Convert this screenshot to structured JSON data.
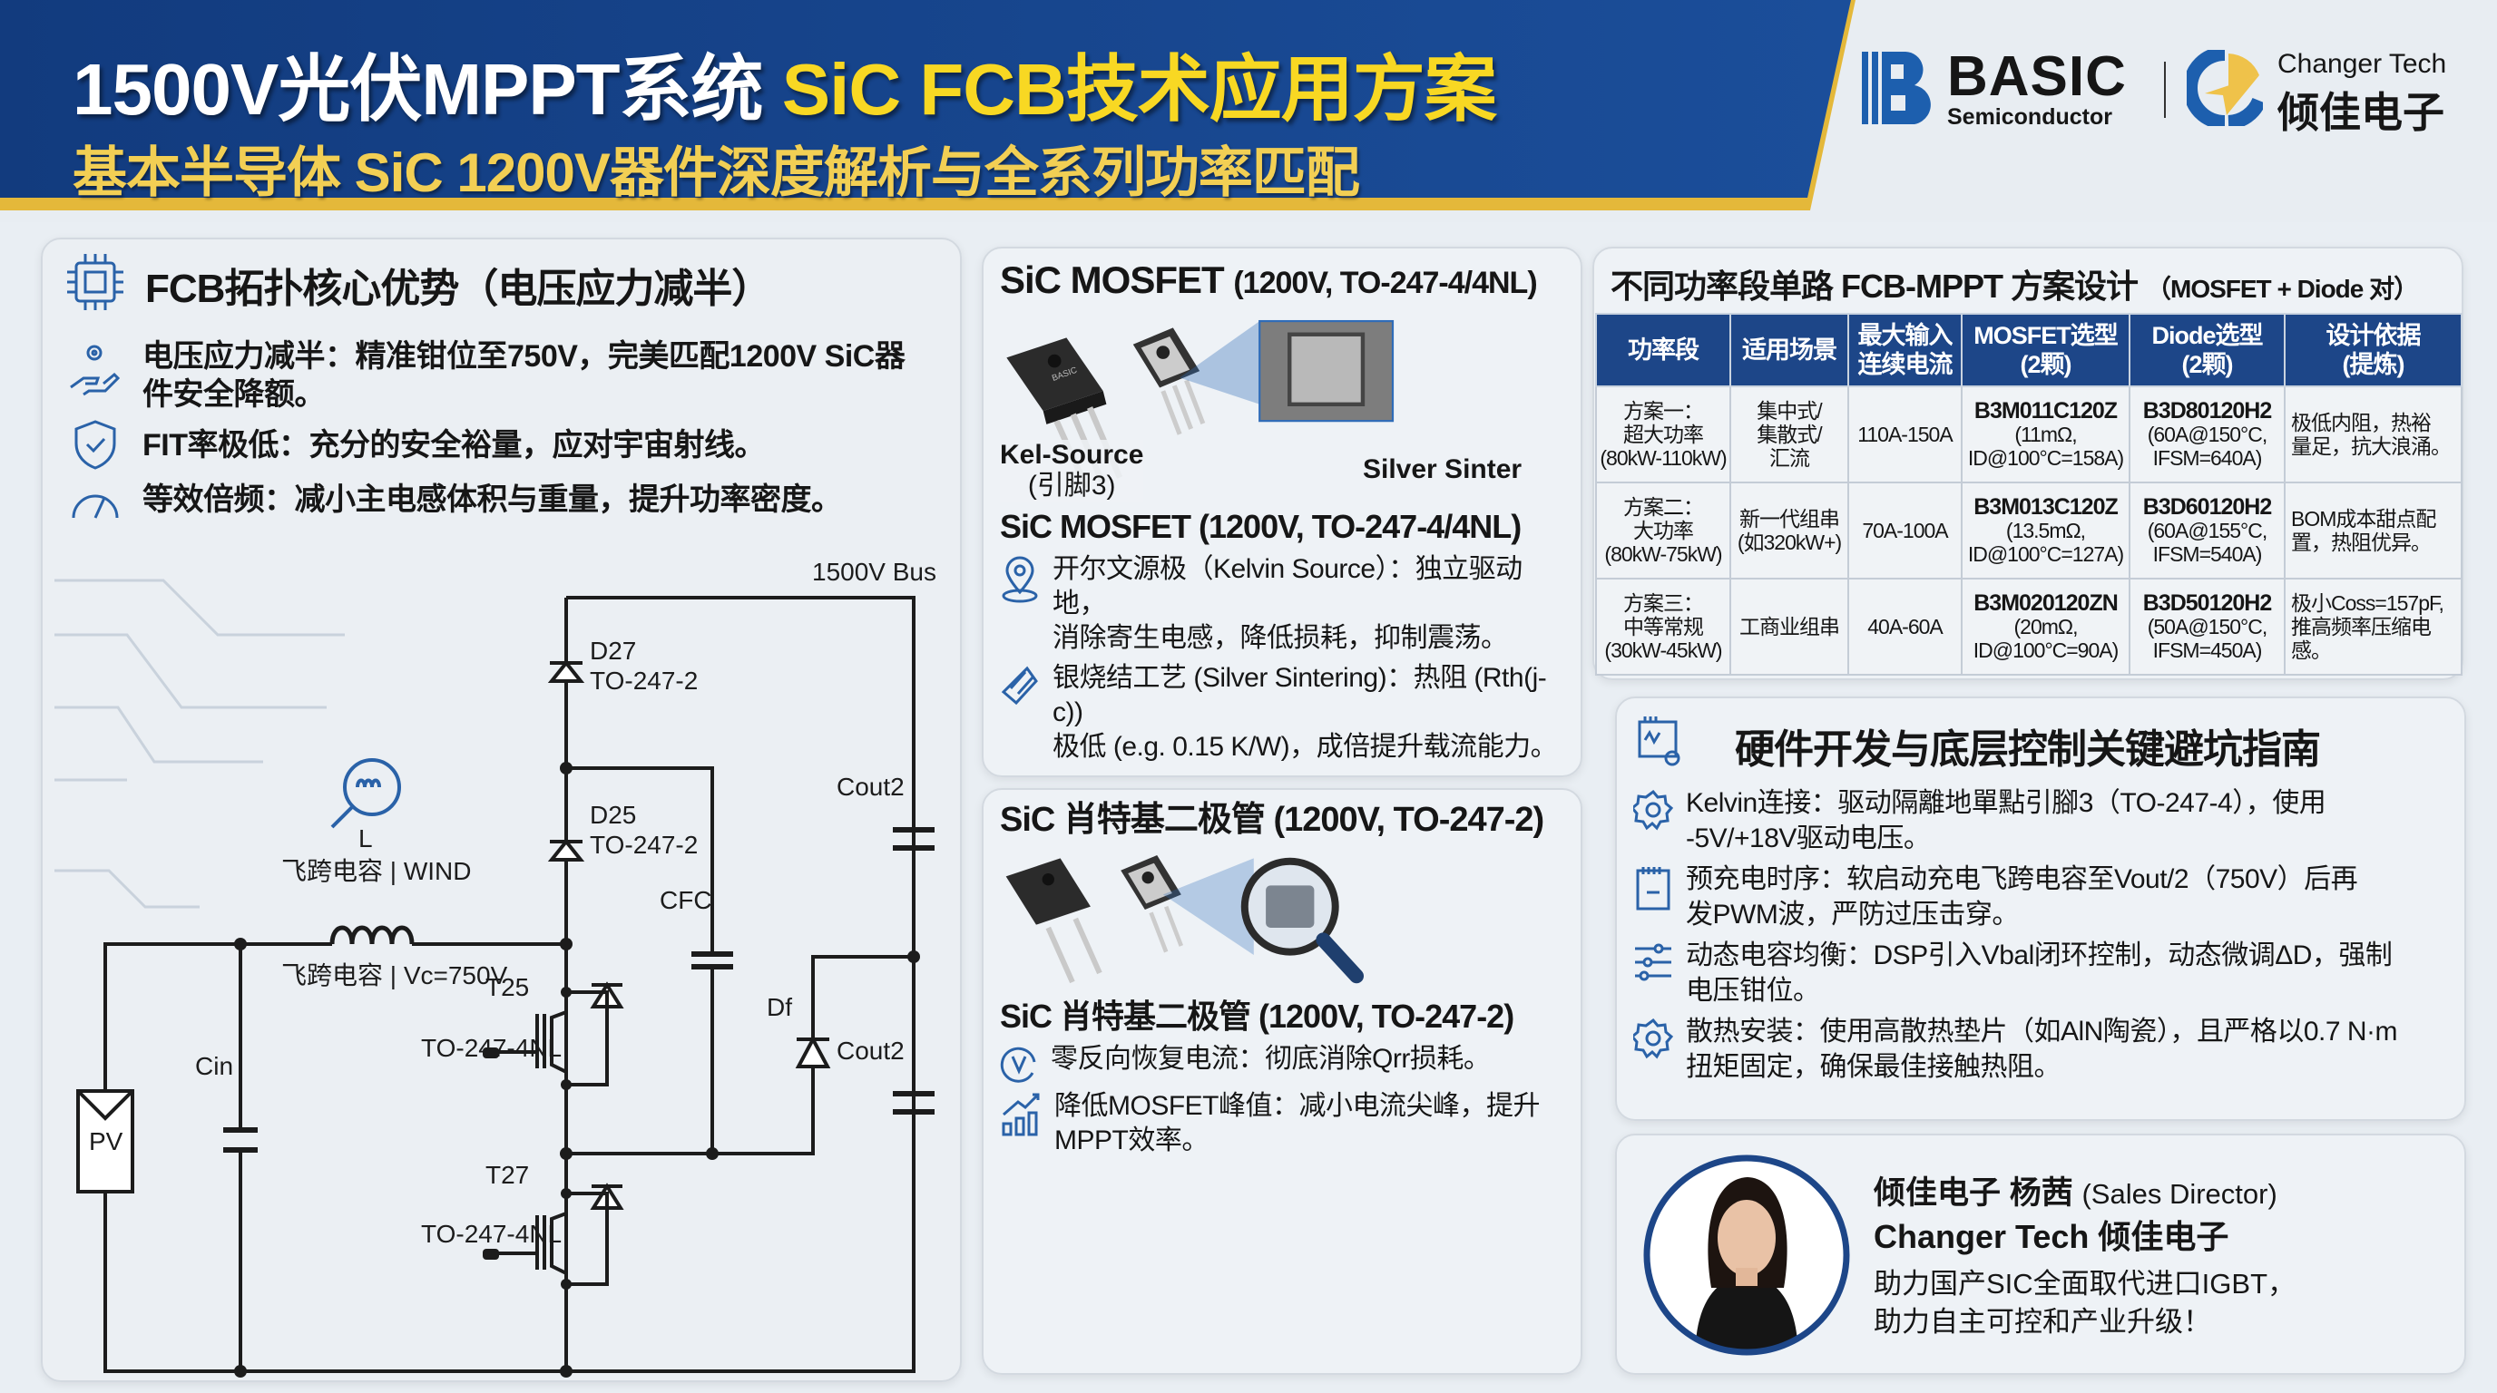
{
  "header": {
    "title_white": "1500V光伏MPPT系统",
    "title_yellow": "SiC FCB技术应用方案",
    "subtitle": "基本半导体 SiC 1200V器件深度解析与全系列功率匹配"
  },
  "logos": {
    "basic_name": "BASIC",
    "basic_sub": "Semiconductor",
    "changer_en": "Changer Tech",
    "changer_cn": "倾佳电子",
    "colors": {
      "blue": "#1d5fae",
      "gold": "#efc24a"
    }
  },
  "fcb": {
    "title": "FCB拓扑核心优势（电压应力减半）",
    "items": [
      {
        "icon": "hand-gear-icon",
        "text": "电压应力减半：精准钳位至750V，完美匹配1200V SiC器件安全降额。"
      },
      {
        "icon": "shield-check-icon",
        "text": "FIT率极低：充分的安全裕量，应对宇宙射线。"
      },
      {
        "icon": "gauge-icon",
        "text": "等效倍频：减小主电感体积与重量，提升功率密度。"
      }
    ]
  },
  "circuit": {
    "bus": "1500V Bus",
    "d27": "D27",
    "d27_pkg": "TO-247-2",
    "d25": "D25",
    "d25_pkg": "TO-247-2",
    "L": "L",
    "l_label1": "飞跨电容 | WIND",
    "l_label2": "飞跨电容 | Vc=750V",
    "cfc": "CFC",
    "cout2a": "Cout2",
    "cout2b": "Cout2",
    "df": "Df",
    "t25": "T25",
    "t25_pkg": "TO-247-4NL",
    "t27": "T27",
    "t27_pkg": "TO-247-4NL",
    "cin": "Cin",
    "pv": "PV"
  },
  "mosfet": {
    "title": "SiC MOSFET",
    "title_paren": "(1200V, TO-247-4/4NL)",
    "kel_source": "Kel-Source",
    "kel_pin": "(引脚3)",
    "silver_sinter": "Silver Sinter",
    "pkg_marking": "BASIC",
    "subtitle": "SiC MOSFET (1200V, TO-247-4/4NL)",
    "items": [
      {
        "l1": "开尔文源极（Kelvin Source）：独立驱动地，",
        "l2": "消除寄生电感，降低损耗，抑制震荡。"
      },
      {
        "l1": "银烧结工艺 (Silver Sintering)：热阻 (Rth(j-c))",
        "l2": "极低 (e.g. 0.15 K/W)，成倍提升载流能力。"
      }
    ]
  },
  "diode": {
    "title": "SiC 肖特基二极管 (1200V, TO-247-2)",
    "subtitle": "SiC 肖特基二极管 (1200V, TO-247-2)",
    "items": [
      {
        "l1": "零反向恢复电流：彻底消除Qrr损耗。",
        "l2": ""
      },
      {
        "l1": "降低MOSFET峰值：减小电流尖峰，提升",
        "l2": "MPPT效率。"
      }
    ]
  },
  "table": {
    "title": "不同功率段单路 FCB-MPPT 方案设计",
    "title_paren": "（MOSFET + Diode 对）",
    "headers": [
      [
        "功率段",
        ""
      ],
      [
        "适用场景",
        ""
      ],
      [
        "最大输入",
        "连续电流"
      ],
      [
        "MOSFET选型",
        "(2颗)"
      ],
      [
        "Diode选型",
        "(2颗)"
      ],
      [
        "设计依据",
        "(提炼)"
      ]
    ],
    "rows": [
      {
        "power": [
          "方案一：",
          "超大功率",
          "(80kW-110kW)"
        ],
        "scene": [
          "集中式/",
          "集散式/",
          "汇流"
        ],
        "current": "110A-150A",
        "mosfet": [
          "B3M011C120Z",
          "(11mΩ,",
          "ID@100°C=158A)"
        ],
        "diode": [
          "B3D80120H2",
          "(60A@150°C,",
          "IFSM=640A)"
        ],
        "basis": [
          "极低内阻，热裕",
          "量足，抗大浪涌。"
        ]
      },
      {
        "power": [
          "方案二：",
          "大功率",
          "(80kW-75kW)"
        ],
        "scene": [
          "新一代组串",
          "(如320kW+)",
          ""
        ],
        "current": "70A-100A",
        "mosfet": [
          "B3M013C120Z",
          "(13.5mΩ,",
          "ID@100°C=127A)"
        ],
        "diode": [
          "B3D60120H2",
          "(60A@155°C,",
          "IFSM=540A)"
        ],
        "basis": [
          "BOM成本甜点配",
          "置，热阻优异。"
        ]
      },
      {
        "power": [
          "方案三：",
          "中等常规",
          "(30kW-45kW)"
        ],
        "scene": [
          "工商业组串",
          "",
          ""
        ],
        "current": "40A-60A",
        "mosfet": [
          "B3M020120ZN",
          "(20mΩ,",
          "ID@100°C=90A)"
        ],
        "diode": [
          "B3D50120H2",
          "(50A@150°C,",
          "IFSM=450A)"
        ],
        "basis": [
          "极小Coss=157pF,",
          "推高频率压缩电",
          "感。"
        ]
      }
    ]
  },
  "guide": {
    "title": "硬件开发与底层控制关键避坑指南",
    "items": [
      {
        "icon": "gear-icon",
        "l1": "Kelvin连接：驱动隔離地單點引腳3（TO-247-4），使用",
        "l2": "-5V/+18V驱动电压。"
      },
      {
        "icon": "notepad-icon",
        "l1": "预充电时序：软启动充电飞跨电容至Vout/2（750V）后再",
        "l2": "发PWM波，严防过压击穿。"
      },
      {
        "icon": "sliders-icon",
        "l1": "动态电容均衡：DSP引入Vbal闭环控制，动态微调ΔD，强制",
        "l2": "电压钳位。"
      },
      {
        "icon": "gear-icon",
        "l1": "散热安装：使用高散热垫片（如AlN陶瓷），且严格以0.7 N·m",
        "l2": "扭矩固定，确保最佳接触热阻。"
      }
    ]
  },
  "contact": {
    "name": "倾佳电子 杨茜",
    "role": "(Sales Director)",
    "company": "Changer Tech 倾佳电子",
    "slogan1": "助力国产SIC全面取代进口IGBT，",
    "slogan2": "助力自主可控和产业升级！"
  }
}
